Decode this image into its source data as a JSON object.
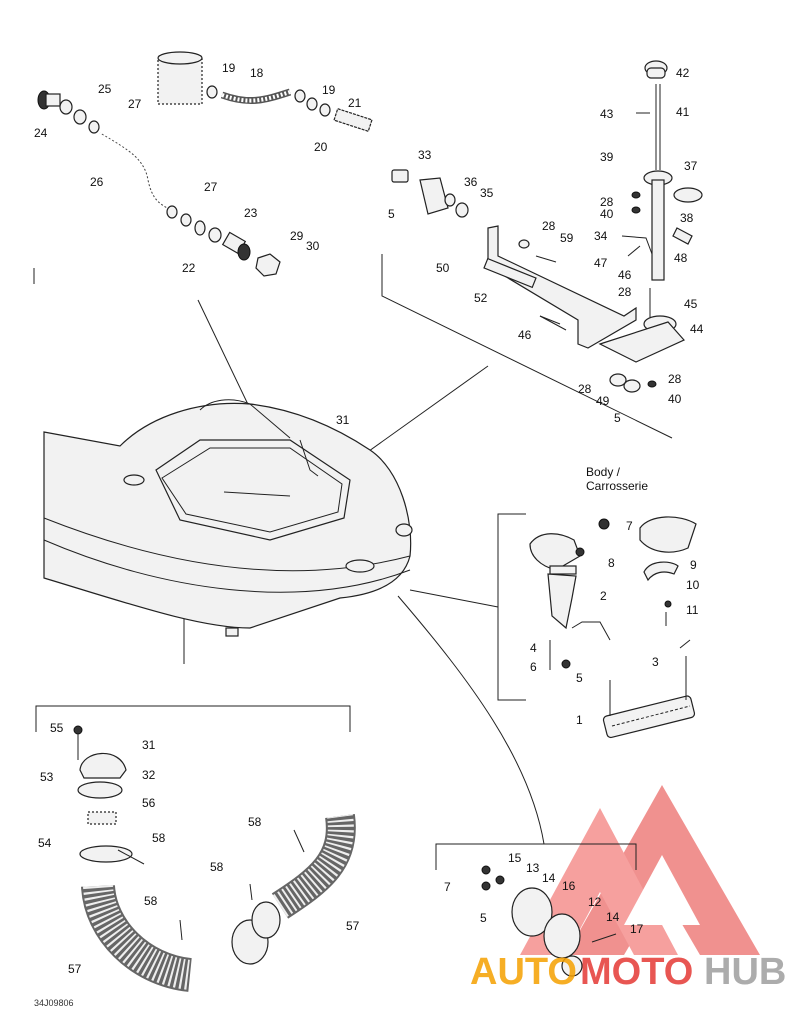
{
  "callouts": {
    "c25": "25",
    "c24": "24",
    "c27a": "27",
    "c26": "26",
    "c19a": "19",
    "c18": "18",
    "c19b": "19",
    "c21": "21",
    "c20": "20",
    "c27b": "27",
    "c23": "23",
    "c22": "22",
    "c29": "29",
    "c30": "30",
    "c33": "33",
    "c5a": "5",
    "c36": "36",
    "c35": "35",
    "c28a": "28",
    "c59": "59",
    "c50": "50",
    "c52": "52",
    "c46a": "46",
    "c42": "42",
    "c43": "43",
    "c41": "41",
    "c39": "39",
    "c37": "37",
    "c28b": "28",
    "c40a": "40",
    "c38": "38",
    "c34": "34",
    "c48": "48",
    "c47": "47",
    "c46b": "46",
    "c28c": "28",
    "c45": "45",
    "c44": "44",
    "c28d": "28",
    "c28e": "28",
    "c49": "49",
    "c40b": "40",
    "c5b": "5",
    "c31a": "31",
    "c7a": "7",
    "c8": "8",
    "c9": "9",
    "c2": "2",
    "c10": "10",
    "c11": "11",
    "c4": "4",
    "c6": "6",
    "c5c": "5",
    "c3": "3",
    "c1": "1",
    "c55": "55",
    "c31b": "31",
    "c32": "32",
    "c53": "53",
    "c56": "56",
    "c54": "54",
    "c58a": "58",
    "c58b": "58",
    "c58c": "58",
    "c58d": "58",
    "c57a": "57",
    "c57b": "57",
    "c15": "15",
    "c13": "13",
    "c7b": "7",
    "c14a": "14",
    "c16": "16",
    "c5d": "5",
    "c12": "12",
    "c14b": "14",
    "c17": "17"
  },
  "body_heading": {
    "line1": "Body /",
    "line2": "Carrosserie"
  },
  "drawing_code": "34J09806",
  "watermark": {
    "part1": "AUTO",
    "part2": "MOTO",
    "part3": "HUB",
    "color_red": "#e53935",
    "color_orange": "#f5a000",
    "color_gray": "#9e9e9e"
  }
}
